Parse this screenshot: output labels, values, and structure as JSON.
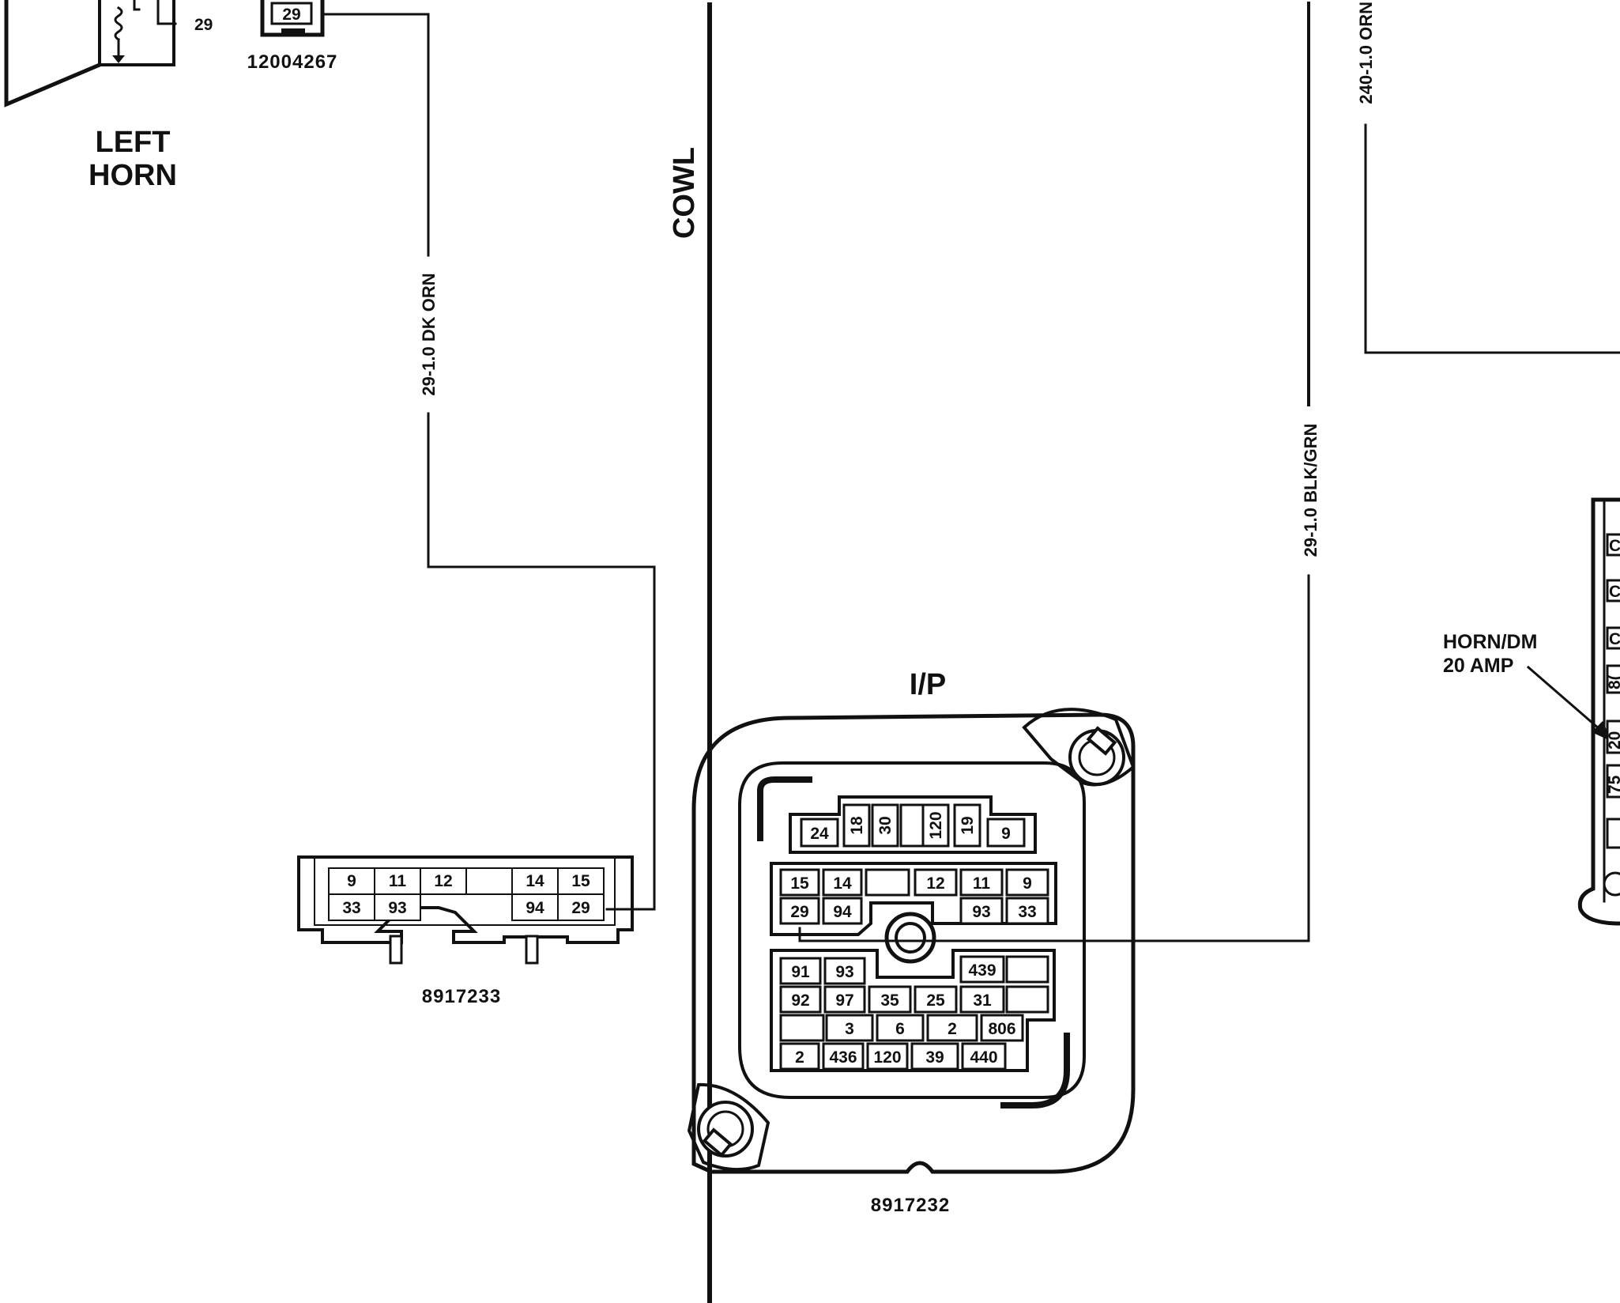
{
  "labels": {
    "left_horn_line1": "LEFT",
    "left_horn_line2": "HORN",
    "cowl": "COWL",
    "ip": "I/P",
    "horn_dm_line1": "HORN/DM",
    "horn_dm_line2": "20 AMP",
    "horn_pin": "29"
  },
  "parts": {
    "horn_connector": "12004267",
    "small_connector": "8917233",
    "ip_connector": "8917232"
  },
  "wires": {
    "dk_orn": "29-1.0 DK ORN",
    "blk_grn": "29-1.0 BLK/GRN",
    "orn": "240-1.0 ORN"
  },
  "horn_connector_pin": "29",
  "small_connector_pins": {
    "top": [
      "9",
      "11",
      "12",
      "",
      "14",
      "15"
    ],
    "bottom": [
      "33",
      "93",
      "94",
      "29"
    ]
  },
  "ip_connector_pins": {
    "row1": [
      "24",
      "18",
      "30",
      "",
      "120",
      "19",
      "9"
    ],
    "row2": [
      "15",
      "14",
      "",
      "12",
      "11",
      "9"
    ],
    "row3": [
      "29",
      "94",
      "93",
      "33"
    ],
    "row4": [
      "91",
      "93",
      "439",
      ""
    ],
    "row5": [
      "92",
      "97",
      "35",
      "25",
      "31",
      ""
    ],
    "row6": [
      "",
      "3",
      "6",
      "2",
      "806"
    ],
    "row7": [
      "2",
      "436",
      "120",
      "39",
      "440"
    ]
  },
  "fuse_block_fragments": [
    "C",
    "C",
    "C",
    "8(",
    "20",
    "75"
  ]
}
